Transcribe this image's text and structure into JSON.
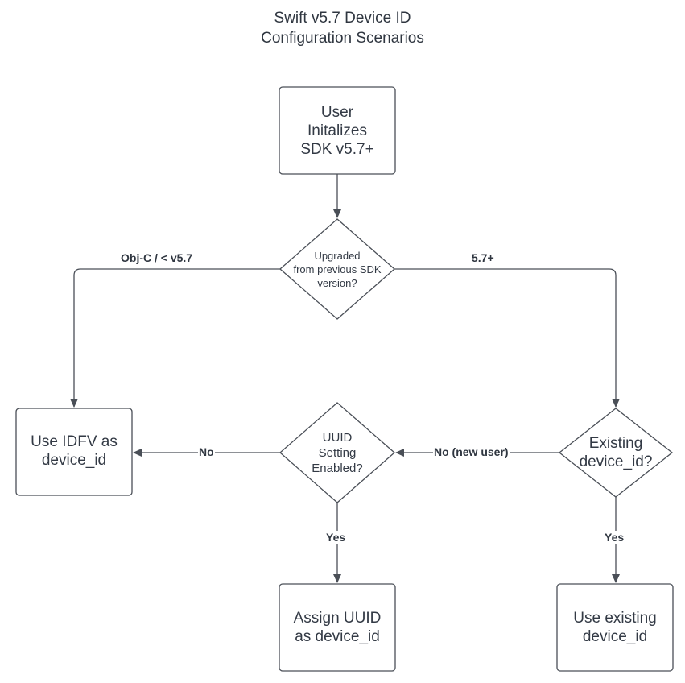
{
  "title": {
    "line1": "Swift v5.7 Device ID",
    "line2": "Configuration Scenarios"
  },
  "nodes": {
    "start": {
      "line1": "User",
      "line2": "Initalizes",
      "line3": "SDK v5.7+"
    },
    "upgraded": {
      "line1": "Upgraded",
      "line2": "from previous SDK",
      "line3": "version?"
    },
    "use_idfv": {
      "line1": "Use IDFV as",
      "line2": "device_id"
    },
    "uuid_setting": {
      "line1": "UUID",
      "line2": "Setting",
      "line3": "Enabled?"
    },
    "existing": {
      "line1": "Existing",
      "line2": "device_id?"
    },
    "assign_uuid": {
      "line1": "Assign UUID",
      "line2": "as device_id"
    },
    "use_existing": {
      "line1": "Use existing",
      "line2": "device_id"
    }
  },
  "edges": {
    "objc_label": "Obj-C / < v5.7",
    "v57_label": "5.7+",
    "no_label": "No",
    "no_new_user_label": "No (new user)",
    "yes_uuid_label": "Yes",
    "yes_existing_label": "Yes"
  },
  "colors": {
    "stroke": "#4a4f57",
    "text": "#333a45",
    "background": "#ffffff"
  }
}
